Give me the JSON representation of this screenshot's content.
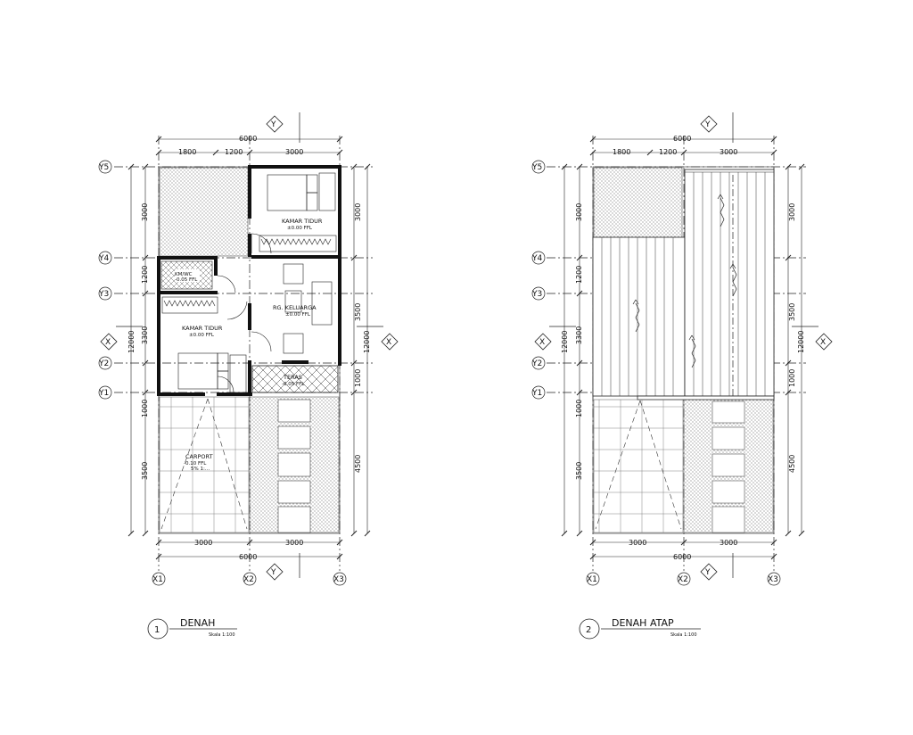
{
  "plans": [
    {
      "id": "denah",
      "number": "1",
      "title": "DENAH",
      "scale": "Skala 1:100",
      "top_overall": "6000",
      "top_segments": [
        "1800",
        "1200",
        "3000"
      ],
      "bottom_segments": [
        "3000",
        "3000"
      ],
      "bottom_overall": "6000",
      "left_segments": [
        "3000",
        "1200",
        "3300",
        "1000",
        "3500"
      ],
      "left_overall": "12000",
      "right_segments": [
        "3000",
        "3500",
        "1000",
        "4500"
      ],
      "right_overall": "12000",
      "grid_y": [
        "Y5",
        "Y4",
        "Y3",
        "Y2",
        "Y1"
      ],
      "grid_x": [
        "X1",
        "X2",
        "X3"
      ],
      "section_marks": {
        "horizontal": "X",
        "vertical": "Y"
      },
      "rooms": {
        "kamar_tidur_1": {
          "name": "KAMAR TIDUR",
          "level": "±0.00 FFL"
        },
        "km_wc": {
          "name": "KM/WC",
          "level": "-0.05 FFL"
        },
        "rg_keluarga": {
          "name": "RG. KELUARGA",
          "level": "±0.00 FFL"
        },
        "kamar_tidur_2": {
          "name": "KAMAR TIDUR",
          "level": "±0.00 FFL"
        },
        "teras": {
          "name": "TERAS",
          "level": "-0.05 FFL"
        },
        "carport": {
          "name": "CARPORT",
          "level": "-0.10 FFL",
          "note": "5% 1:..."
        }
      }
    },
    {
      "id": "denah-atap",
      "number": "2",
      "title": "DENAH ATAP",
      "scale": "Skala 1:100",
      "top_overall": "6000",
      "top_segments": [
        "1800",
        "1200",
        "3000"
      ],
      "bottom_segments": [
        "3000",
        "3000"
      ],
      "bottom_overall": "6000",
      "left_segments": [
        "3000",
        "1200",
        "3300",
        "1000",
        "3500"
      ],
      "left_overall": "12000",
      "right_segments": [
        "3000",
        "3500",
        "1000",
        "4500"
      ],
      "right_overall": "12000",
      "grid_y": [
        "Y5",
        "Y4",
        "Y3",
        "Y2",
        "Y1"
      ],
      "grid_x": [
        "X1",
        "X2",
        "X3"
      ],
      "section_marks": {
        "horizontal": "X",
        "vertical": "Y"
      }
    }
  ],
  "colors": {
    "line": "#111111",
    "paper": "#ffffff"
  }
}
